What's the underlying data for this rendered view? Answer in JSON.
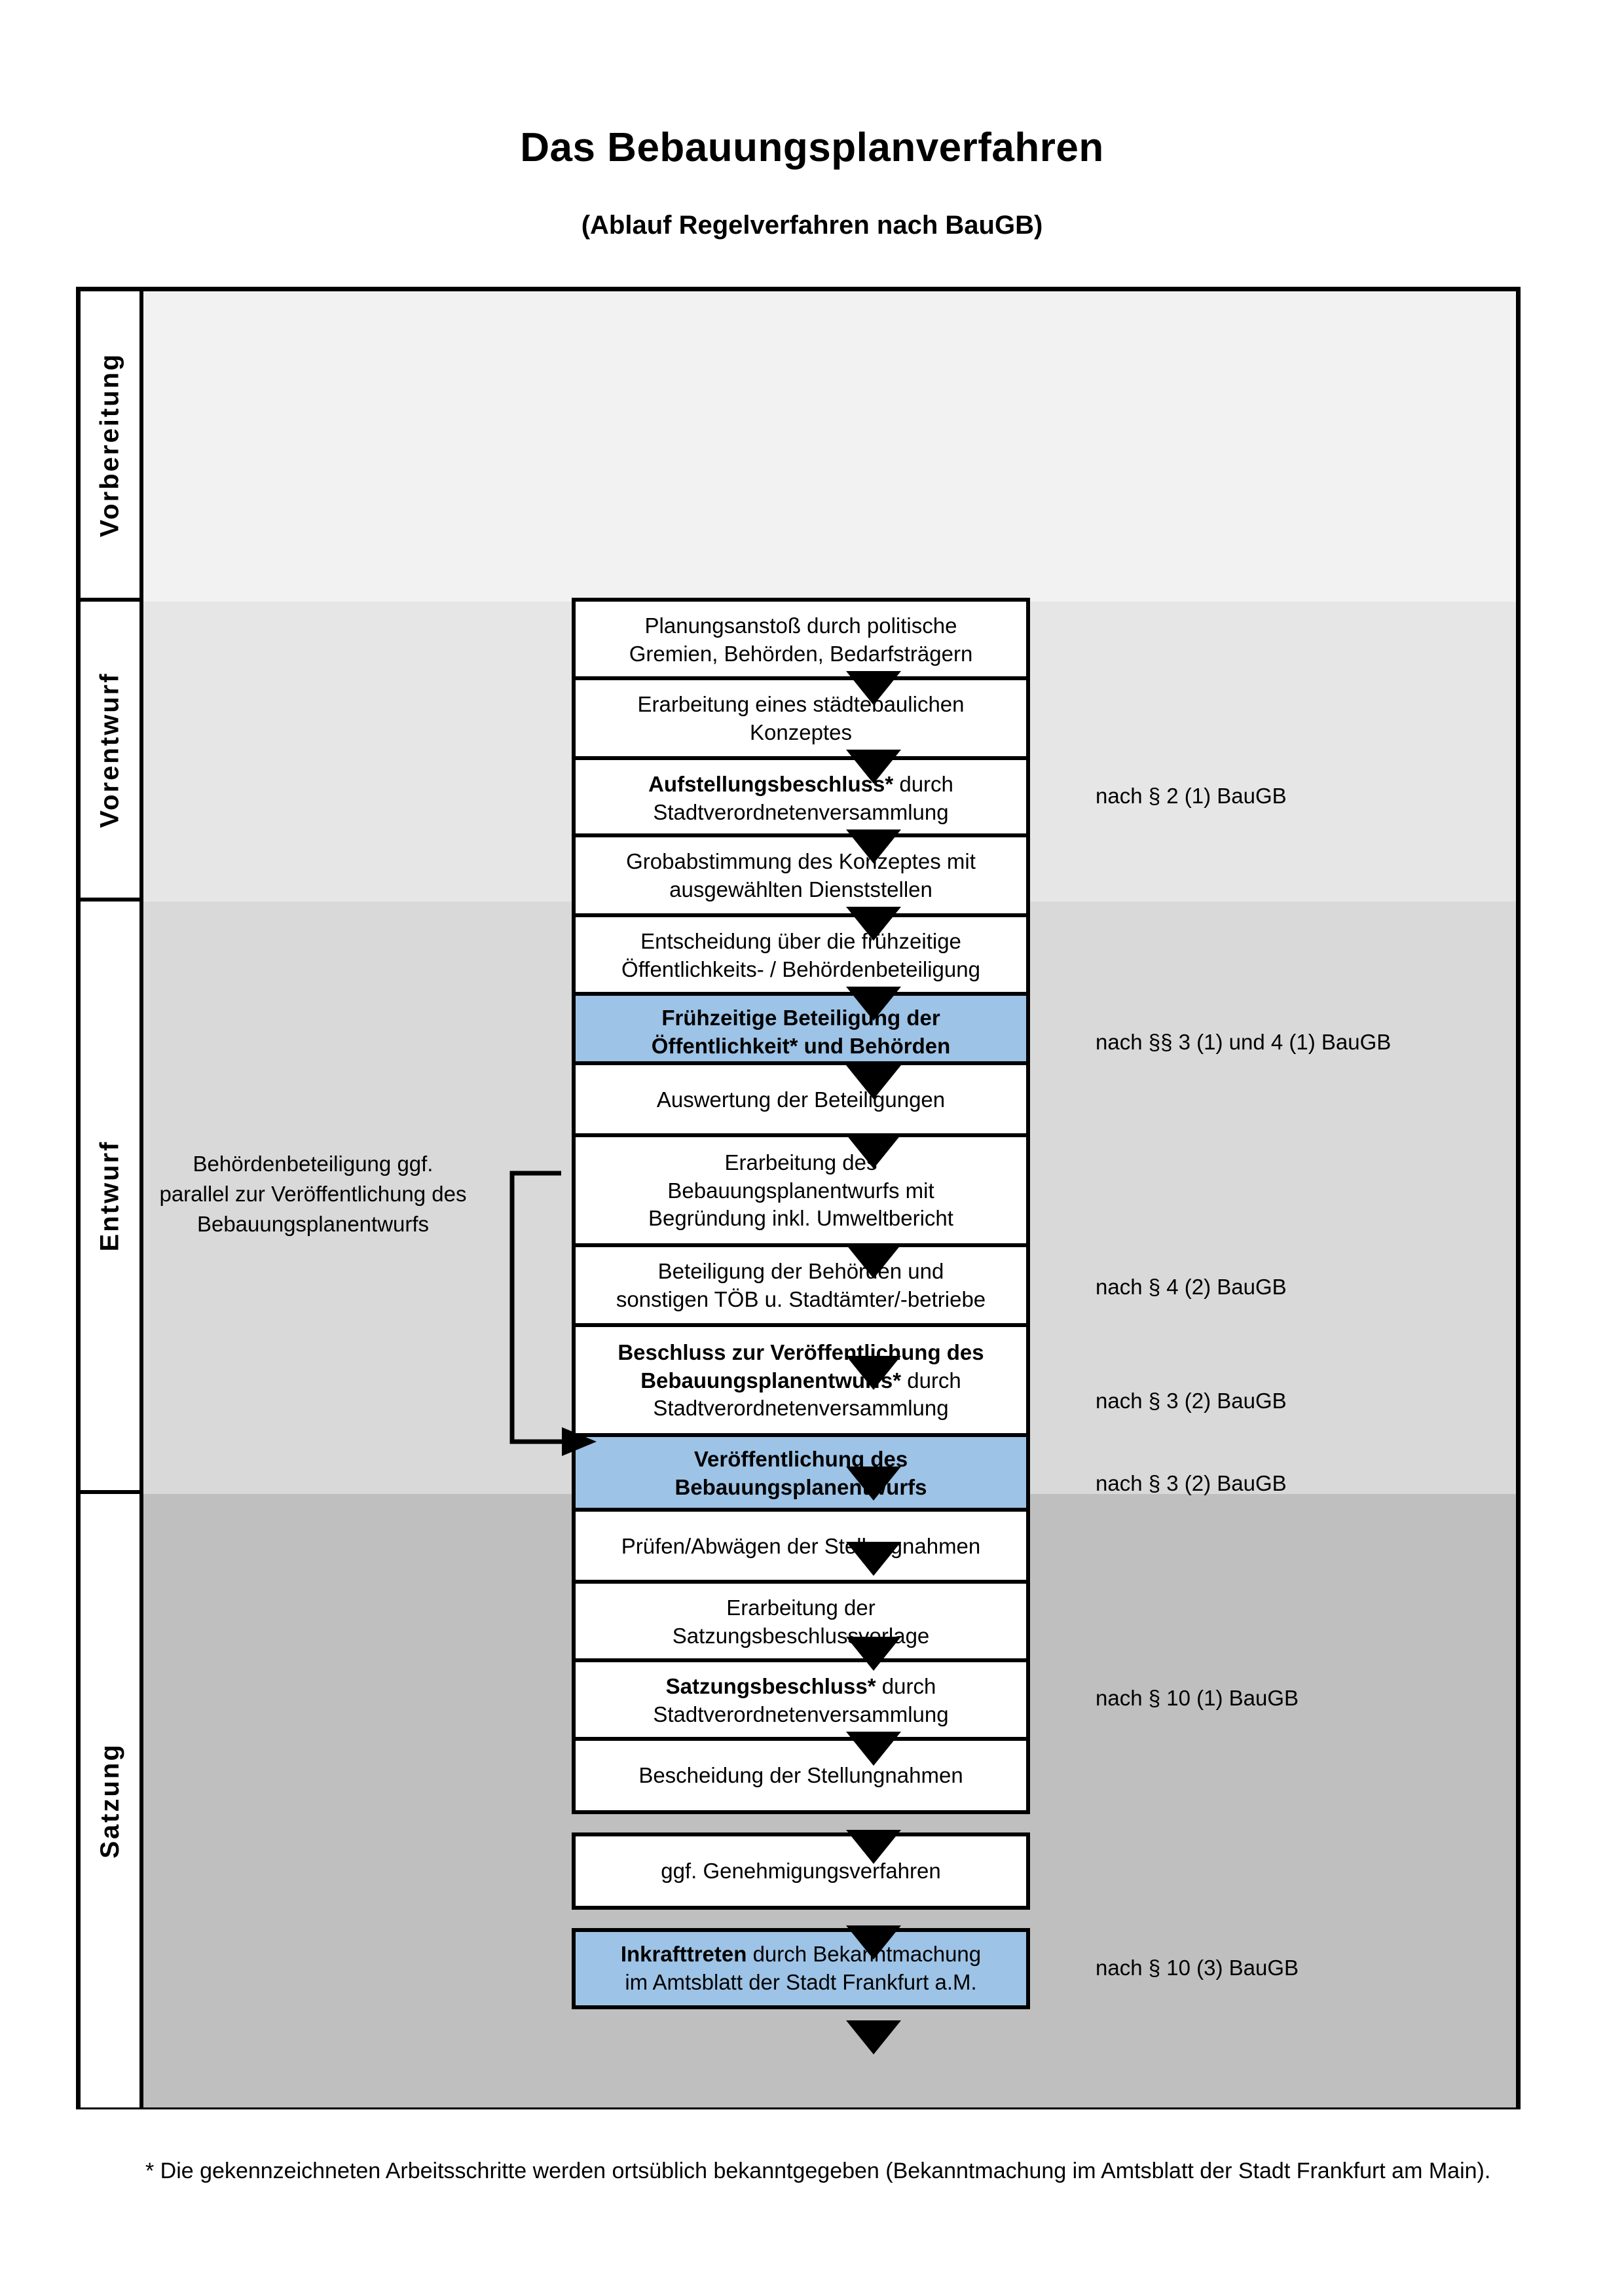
{
  "title": "Das Bebauungsplanverfahren",
  "subtitle": "(Ablauf Regelverfahren nach BauGB)",
  "phases": [
    {
      "label": "Vorbereitung"
    },
    {
      "label": "Vorentwurf"
    },
    {
      "label": "Entwurf"
    },
    {
      "label": "Satzung"
    }
  ],
  "steps": [
    {
      "line1": "Planungsanstoß durch politische",
      "line2": "Gremien, Behörden, Bedarfsträgern",
      "bold1": "",
      "highlight": false
    },
    {
      "line1": "Erarbeitung eines städtebaulichen",
      "line2": "Konzeptes",
      "bold1": "",
      "highlight": false
    },
    {
      "bold1": "Aufstellungsbeschluss*",
      "rest1": " durch",
      "line2": "Stadtverordnetenversammlung",
      "highlight": false
    },
    {
      "line1": "Grobabstimmung des Konzeptes mit",
      "line2": "ausgewählten Dienststellen",
      "bold1": "",
      "highlight": false
    },
    {
      "line1": "Entscheidung über die frühzeitige",
      "line2": "Öffentlichkeits- / Behördenbeteiligung",
      "bold1": "",
      "highlight": false
    },
    {
      "bold1": "Frühzeitige Beteiligung der",
      "boldline2": "Öffentlichkeit* und Behörden",
      "highlight": true
    },
    {
      "line1": "Auswertung der Beteiligungen",
      "line2": "",
      "bold1": "",
      "highlight": false
    },
    {
      "line1": "Erarbeitung des",
      "line2": "Bebauungsplanentwurfs mit",
      "line3": "Begründung inkl. Umweltbericht",
      "bold1": "",
      "highlight": false
    },
    {
      "line1": "Beteiligung der Behörden und",
      "line2": "sonstigen TÖB u. Stadtämter/-betriebe",
      "bold1": "",
      "highlight": false
    },
    {
      "bold1": "Beschluss zur Veröffentlichung des",
      "boldline2": "Bebauungsplanentwurfs*",
      "rest2": " durch",
      "line3": "Stadtverordnetenversammlung",
      "highlight": false
    },
    {
      "bold1": "Veröffentlichung des",
      "boldline2": "Bebauungsplanentwurfs",
      "highlight": true
    },
    {
      "line1": "Prüfen/Abwägen der Stellungnahmen",
      "line2": "",
      "bold1": "",
      "highlight": false
    },
    {
      "line1": "Erarbeitung der",
      "line2": "Satzungsbeschlussvorlage",
      "bold1": "",
      "highlight": false
    },
    {
      "bold1": "Satzungsbeschluss*",
      "rest1": " durch",
      "line2": "Stadtverordnetenversammlung",
      "highlight": false
    },
    {
      "line1": "Bescheidung der Stellungnahmen",
      "line2": "",
      "bold1": "",
      "highlight": false
    },
    {
      "line1": "ggf. Genehmigungsverfahren",
      "line2": "",
      "bold1": "",
      "highlight": false
    },
    {
      "bold1": "Inkrafttreten",
      "rest1": " durch Bekanntmachung",
      "line2": "im Amtsblatt der Stadt Frankfurt a.M.",
      "highlight": true
    }
  ],
  "legal_refs": [
    {
      "text": "nach § 2 (1) BauGB"
    },
    {
      "text": "nach §§ 3 (1) und 4 (1) BauGB"
    },
    {
      "text": "nach § 4 (2) BauGB"
    },
    {
      "text": "nach § 3 (2) BauGB"
    },
    {
      "text": "nach § 3 (2) BauGB"
    },
    {
      "text": "nach § 10 (1) BauGB"
    },
    {
      "text": "nach § 10 (3) BauGB"
    }
  ],
  "sidenote": {
    "line1": "Behördenbeteiligung",
    "line2": "ggf. parallel zur",
    "line3": "Veröffentlichung des",
    "line4": "Bebauungsplanentwurfs"
  },
  "footnote": "* Die gekennzeichneten Arbeitsschritte werden ortsüblich bekanntgegeben (Bekanntmachung im Amtsblatt  der Stadt Frankfurt am Main).",
  "colors": {
    "highlight_blue": "#9DC3E6",
    "band_1": "#F2F2F2",
    "band_2": "#E6E6E6",
    "band_3": "#D9D9D9",
    "band_4": "#BFBFBF",
    "line": "#000000"
  }
}
